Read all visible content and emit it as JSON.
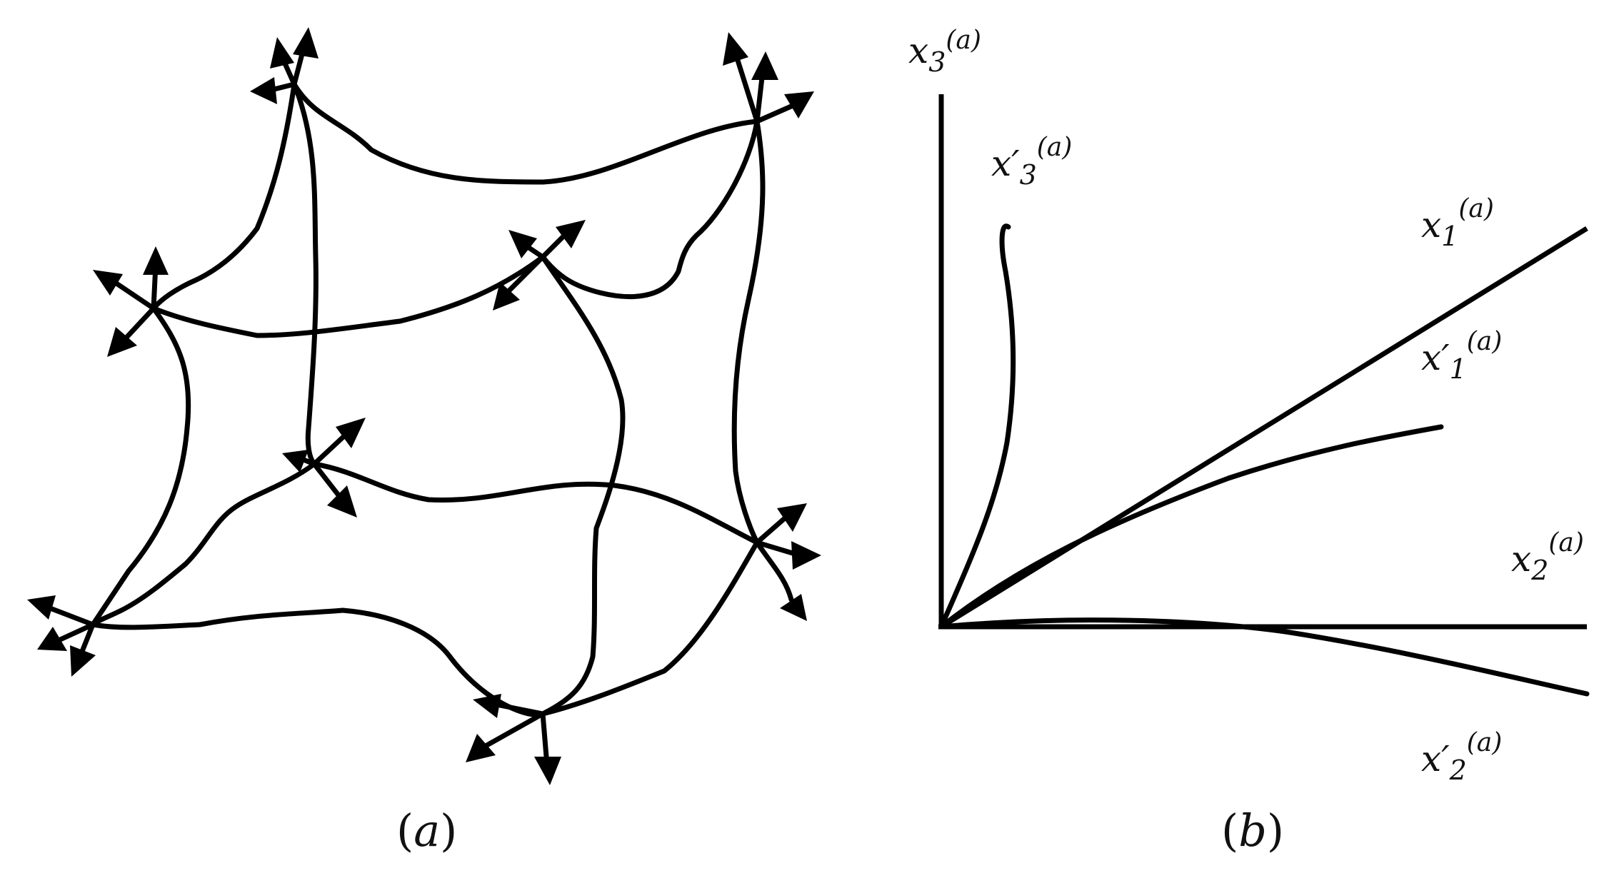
{
  "panel_a": {
    "caption_letter": "a"
  },
  "panel_b": {
    "caption_letter": "b",
    "labels": {
      "x3": {
        "base": "x",
        "sub": "3",
        "sup": "(a)"
      },
      "x3p": {
        "base": "x",
        "prime": "′",
        "sub": "3",
        "sup": "(a)"
      },
      "x1": {
        "base": "x",
        "sub": "1",
        "sup": "(a)"
      },
      "x1p": {
        "base": "x",
        "prime": "′",
        "sub": "1",
        "sup": "(a)"
      },
      "x2": {
        "base": "x",
        "sub": "2",
        "sup": "(a)"
      },
      "x2p": {
        "base": "x",
        "prime": "′",
        "sub": "2",
        "sup": "(a)"
      }
    }
  },
  "caption_parens": {
    "open": "(",
    "close": ")"
  }
}
